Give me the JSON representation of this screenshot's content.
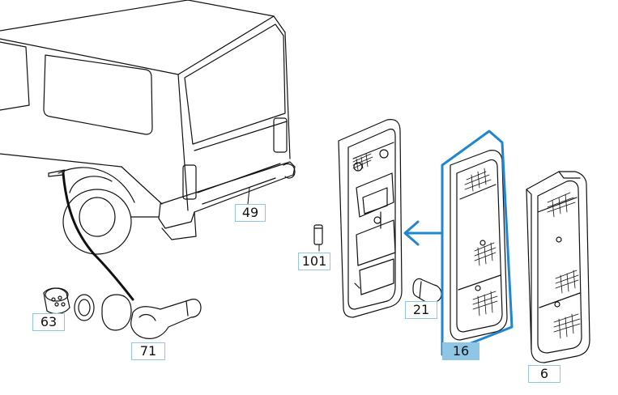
{
  "colors": {
    "line": "#111111",
    "highlight": "#1f86cf",
    "callout_border": "#8ec9df",
    "callout_active_bg": "#8fc6e6"
  },
  "icons": [
    "arrow-left-icon"
  ],
  "callouts": {
    "c49": "49",
    "c101": "101",
    "c63": "63",
    "c71": "71",
    "c21": "21",
    "c16": "16",
    "c6": "6"
  },
  "selected_part": "16"
}
